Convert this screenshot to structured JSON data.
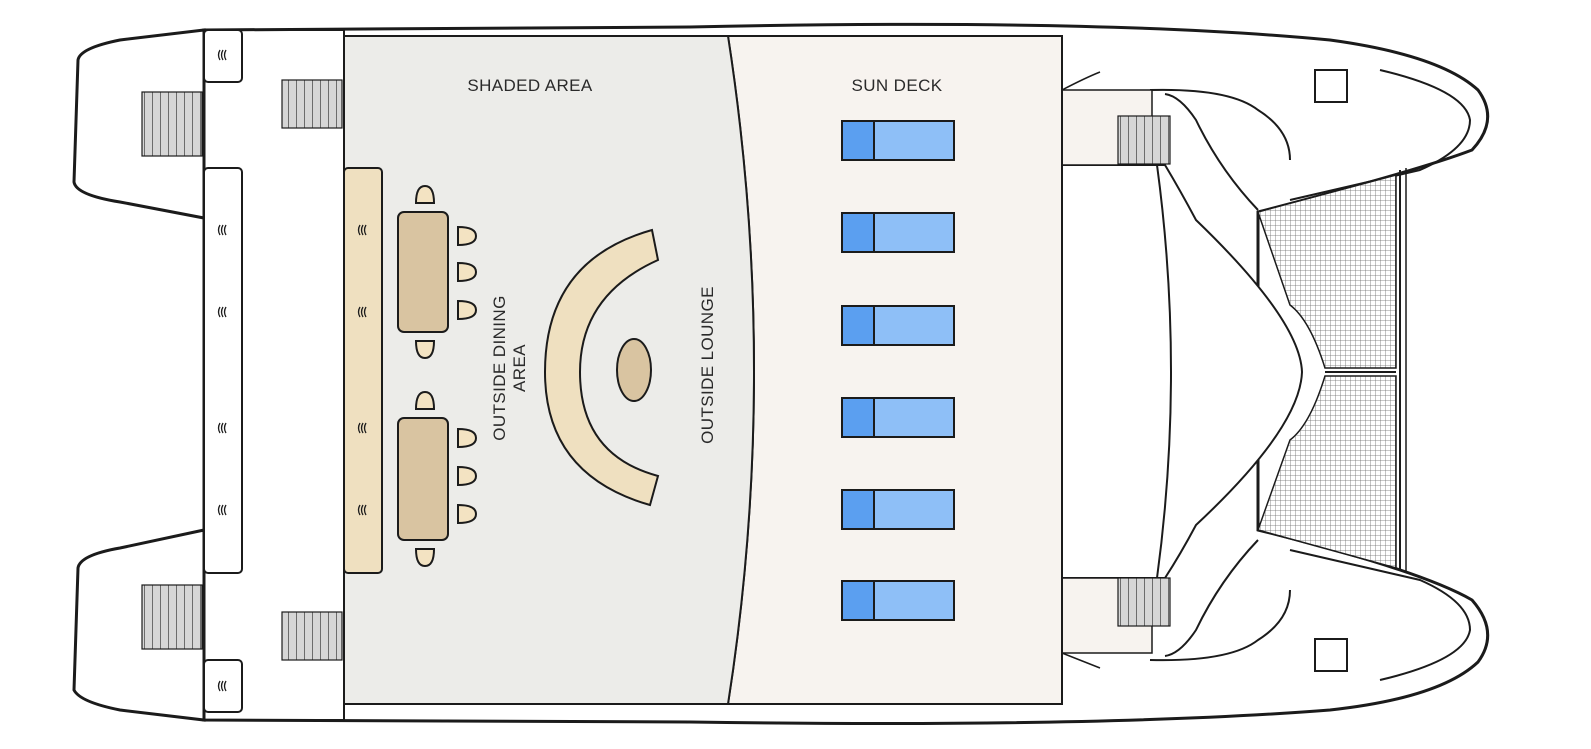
{
  "diagram": {
    "labels": {
      "shaded_area": "SHADED AREA",
      "sun_deck": "SUN DECK",
      "outside_dining_line1": "OUTSIDE DINING",
      "outside_dining_line2": "AREA",
      "outside_lounge": "OUTSIDE LOUNGE"
    },
    "colors": {
      "outline": "#1b1b1b",
      "shaded_area_fill": "#ecece9",
      "sun_deck_fill": "#f7f3ef",
      "furniture_fill": "#d9c4a1",
      "bench_fill": "#efe0c0",
      "cushion_fill": "#f3e3c2",
      "sunbed_dark": "#5b9ff0",
      "sunbed_light": "#8ebff7",
      "stairs_fill": "#cfcfcf",
      "net_fill": "#c9c9c9"
    },
    "sunbed_count": 6,
    "dining_table_count": 2
  }
}
